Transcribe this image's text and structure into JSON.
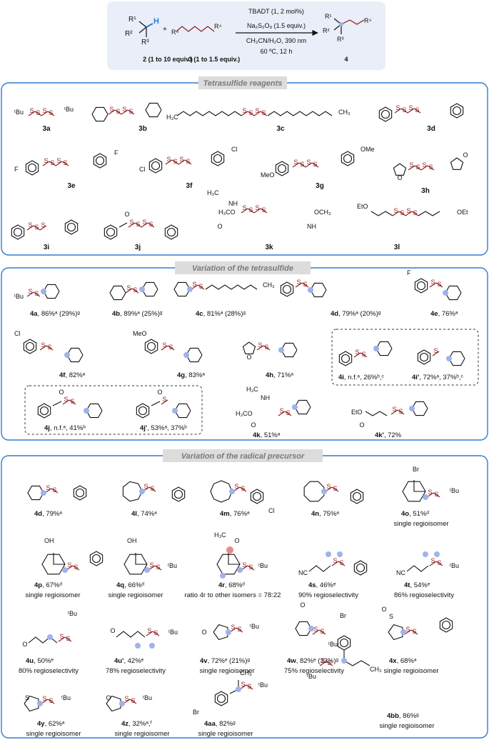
{
  "scheme": {
    "reactant1": "2 (1 to 10 equiv.)",
    "reactant2": "3 (1 to 1.5 equiv.)",
    "product": "4",
    "r1": "R¹",
    "r2": "R²",
    "r3": "R³",
    "r4": "R⁴",
    "h": "H",
    "plus": "+",
    "cond1": "TBADT (1, 2 mol%)",
    "cond2": "Na₂S₂O₈ (1.5 equiv.)",
    "cond3": "CH₃CN/H₂O, 390 nm",
    "cond4": "60 ºC, 12 h"
  },
  "sections": [
    {
      "title": "Tetrasulfide reagents"
    },
    {
      "title": "Variation of the tetrasulfide"
    },
    {
      "title": "Variation of the radical precursor"
    }
  ],
  "reagents": [
    {
      "id": "3a"
    },
    {
      "id": "3b"
    },
    {
      "id": "3c"
    },
    {
      "id": "3d"
    },
    {
      "id": "3e"
    },
    {
      "id": "3f"
    },
    {
      "id": "3g"
    },
    {
      "id": "3h"
    },
    {
      "id": "3i"
    },
    {
      "id": "3j"
    },
    {
      "id": "3k"
    },
    {
      "id": "3l"
    }
  ],
  "tetrasulfide_products": [
    {
      "id": "4a",
      "text": ", 86%ᵃ (29%)ᵍ"
    },
    {
      "id": "4b",
      "text": ", 89%ᵃ (25%)ᵍ"
    },
    {
      "id": "4c",
      "text": ", 81%ᵃ (28%)ᵍ"
    },
    {
      "id": "4d",
      "text": ", 79%ᵃ (20%)ᵍ"
    },
    {
      "id": "4e",
      "text": ", 76%ᵃ"
    },
    {
      "id": "4f",
      "text": ", 82%ᵃ"
    },
    {
      "id": "4g",
      "text": ", 83%ᵃ"
    },
    {
      "id": "4h",
      "text": ", 71%ᵃ"
    },
    {
      "id": "4i",
      "text": ", n.f.ᵃ, 26%ᵇ,ᶜ"
    },
    {
      "id": "4i'",
      "text": ", 72%ᵃ, 37%ᵇ,ᶜ"
    },
    {
      "id": "4j",
      "text": ", n.f.ᵃ, 41%ᵇ"
    },
    {
      "id": "4j'",
      "text": ", 53%ᵃ, 37%ᵇ"
    },
    {
      "id": "4k",
      "text": ", 51%ᵃ"
    },
    {
      "id": "4k'",
      "text": ", 72%"
    }
  ],
  "precursor_products": [
    {
      "id": "4d",
      "text": ", 79%ᵃ",
      "note": ""
    },
    {
      "id": "4l",
      "text": ", 74%ᵃ",
      "note": ""
    },
    {
      "id": "4m",
      "text": ", 76%ᵃ",
      "note": ""
    },
    {
      "id": "4n",
      "text": ", 75%ᵃ",
      "note": ""
    },
    {
      "id": "4o",
      "text": ", 51%ᵈ",
      "note": "single regioisomer"
    },
    {
      "id": "4p",
      "text": ", 67%ᵈ",
      "note": "single regioisomer"
    },
    {
      "id": "4q",
      "text": ", 66%ᵈ",
      "note": "single regioisomer"
    },
    {
      "id": "4r",
      "text": ", 68%ᵈ",
      "note": "ratio 4r to other isomers = 78:22"
    },
    {
      "id": "4s",
      "text": ", 46%ᵉ",
      "note": "90% regioselectivity"
    },
    {
      "id": "4t",
      "text": ", 54%ᵉ",
      "note": "86% regioselectivity"
    },
    {
      "id": "4u",
      "text": ", 50%ᵉ",
      "note": "80% regioselectivity"
    },
    {
      "id": "4u'",
      "text": ", 42%ᵉ",
      "note": "78% regioselectivity"
    },
    {
      "id": "4v",
      "text": ", 72%ᵉ (21%)ᵍ",
      "note": "single regioisomer"
    },
    {
      "id": "4w",
      "text": ", 82%ᵉ (33%)ᵍ",
      "note": "75% regioselectivity"
    },
    {
      "id": "4x",
      "text": ", 68%ᵃ",
      "note": "single regioisomer"
    },
    {
      "id": "4y",
      "text": ", 62%ᵃ",
      "note": "single regioisomer"
    },
    {
      "id": "4z",
      "text": ", 32%ᵃ,ᶠ",
      "note": "single regioisomer"
    },
    {
      "id": "4aa",
      "text": ", 82%ᵍ",
      "note": "single regioisomer"
    },
    {
      "id": "4bb",
      "text": ", 86%ᵍ",
      "note": "single regioisomer"
    }
  ],
  "atoms": {
    "s": "S",
    "o": "O",
    "oh": "OH",
    "br": "Br",
    "f": "F",
    "cl": "Cl",
    "n": "N",
    "nh": "NH",
    "tbu": "ᵗBu",
    "me": "CH₃",
    "h3c": "H₃C",
    "meo": "MeO",
    "ome": "OMe",
    "eto": "EtO",
    "oet": "OEt",
    "h3co": "H₃CO",
    "och3": "OCH₃",
    "nc": "NC",
    "ohalf": "O"
  },
  "colors": {
    "accent": "#2e7bd6",
    "sulfur": "#8b1a1a",
    "highlight": "#9fb2ec",
    "box_fill": "#e9eef8"
  }
}
